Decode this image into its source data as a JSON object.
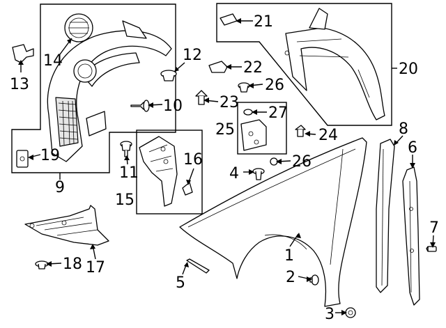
{
  "diagram": {
    "callouts": [
      {
        "id": "1",
        "label": "1"
      },
      {
        "id": "2",
        "label": "2"
      },
      {
        "id": "3",
        "label": "3"
      },
      {
        "id": "4",
        "label": "4"
      },
      {
        "id": "5",
        "label": "5"
      },
      {
        "id": "6",
        "label": "6"
      },
      {
        "id": "7",
        "label": "7"
      },
      {
        "id": "8",
        "label": "8"
      },
      {
        "id": "9",
        "label": "9"
      },
      {
        "id": "10",
        "label": "10"
      },
      {
        "id": "11",
        "label": "11"
      },
      {
        "id": "12",
        "label": "12"
      },
      {
        "id": "13",
        "label": "13"
      },
      {
        "id": "14",
        "label": "14"
      },
      {
        "id": "15",
        "label": "15"
      },
      {
        "id": "16",
        "label": "16"
      },
      {
        "id": "17",
        "label": "17"
      },
      {
        "id": "18",
        "label": "18"
      },
      {
        "id": "19",
        "label": "19"
      },
      {
        "id": "20",
        "label": "20"
      },
      {
        "id": "21",
        "label": "21"
      },
      {
        "id": "22",
        "label": "22"
      },
      {
        "id": "23",
        "label": "23"
      },
      {
        "id": "24",
        "label": "24"
      },
      {
        "id": "25",
        "label": "25"
      },
      {
        "id": "26a",
        "label": "26"
      },
      {
        "id": "26b",
        "label": "26"
      },
      {
        "id": "27",
        "label": "27"
      }
    ]
  }
}
